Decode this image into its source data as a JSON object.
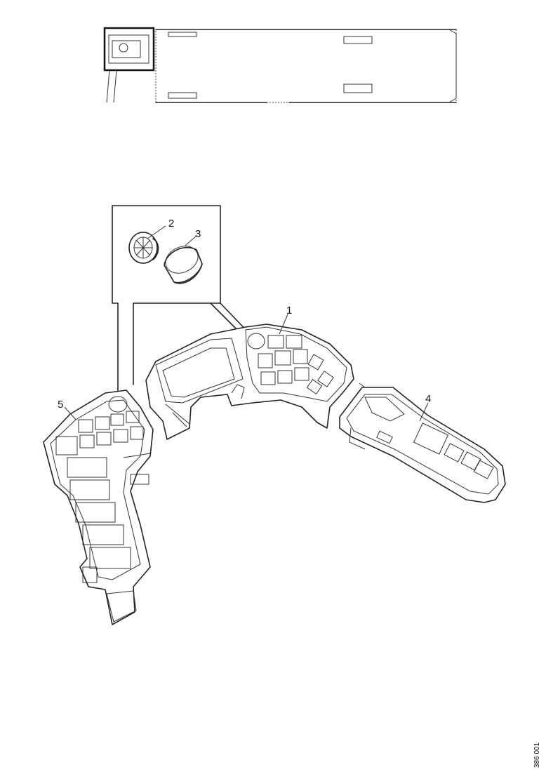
{
  "callouts": {
    "c1": "1",
    "c2": "2",
    "c3": "3",
    "c4": "4",
    "c5": "5"
  },
  "drawing_code": "386 001"
}
